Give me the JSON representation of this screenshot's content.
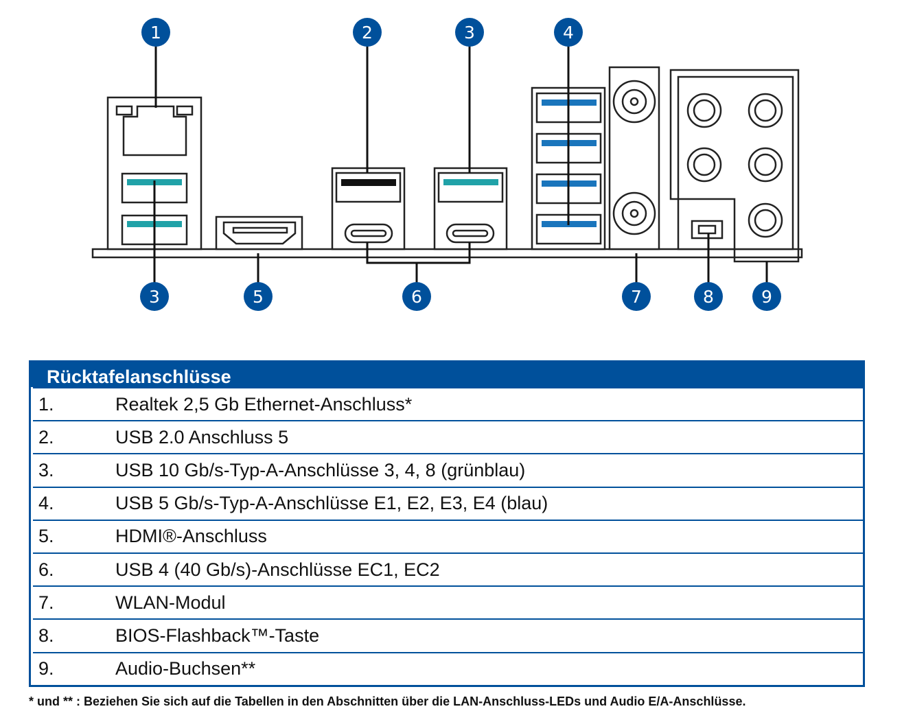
{
  "colors": {
    "accent": "#00509b",
    "teal": "#20a2a8",
    "usb_blue": "#1a75bc"
  },
  "callouts": {
    "c1": "1",
    "c2": "2",
    "c3_top": "3",
    "c4": "4",
    "c3_bottom": "3",
    "c5": "5",
    "c6": "6",
    "c7": "7",
    "c8": "8",
    "c9": "9"
  },
  "table": {
    "title": "Rücktafelanschlüsse",
    "rows": [
      {
        "num": "1.",
        "desc": "Realtek 2,5 Gb Ethernet-Anschluss*"
      },
      {
        "num": "2.",
        "desc": "USB 2.0 Anschluss 5"
      },
      {
        "num": "3.",
        "desc": "USB 10 Gb/s-Typ-A-Anschlüsse 3, 4, 8 (grünblau)"
      },
      {
        "num": "4.",
        "desc": "USB 5 Gb/s-Typ-A-Anschlüsse E1, E2, E3, E4 (blau)"
      },
      {
        "num": "5.",
        "desc": "HDMI®-Anschluss"
      },
      {
        "num": "6.",
        "desc": "USB 4 (40 Gb/s)-Anschlüsse EC1, EC2"
      },
      {
        "num": "7.",
        "desc": "WLAN-Modul"
      },
      {
        "num": "8.",
        "desc": "BIOS-Flashback™-Taste"
      },
      {
        "num": "9.",
        "desc": "Audio-Buchsen**"
      }
    ]
  },
  "footnote": "* und ** : Beziehen Sie sich auf die Tabellen in den Abschnitten über die LAN-Anschluss-LEDs und Audio E/A-Anschlüsse."
}
